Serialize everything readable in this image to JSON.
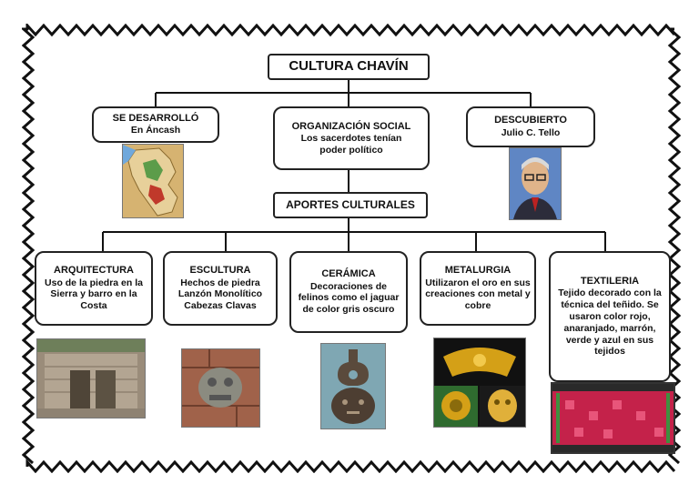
{
  "title": "CULTURA CHAVÍN",
  "top_boxes": [
    {
      "key": "desarrollo",
      "title": "SE DESARROLLÓ",
      "body": "En Áncash",
      "image": "peru-map"
    },
    {
      "key": "organizacion",
      "title": "ORGANIZACIÓN SOCIAL",
      "body": "Los sacerdotes tenían poder político"
    },
    {
      "key": "descubierto",
      "title": "DESCUBIERTO",
      "body": "Julio C. Tello",
      "image": "julio-tello-portrait"
    }
  ],
  "aportes": {
    "label": "APORTES CULTURALES"
  },
  "bottom_boxes": [
    {
      "key": "arquitectura",
      "title": "ARQUITECTURA",
      "body": "Uso de la piedra en la Sierra y barro en la Costa",
      "image": "stone-temple-gate"
    },
    {
      "key": "escultura",
      "title": "ESCULTURA",
      "body": "Hechos de piedra Lanzón Monolítico Cabezas Clavas",
      "image": "cabeza-clava"
    },
    {
      "key": "ceramica",
      "title": "CERÁMICA",
      "body": "Decoraciones de felinos como el jaguar de color gris oscuro",
      "image": "stirrup-vessel"
    },
    {
      "key": "metalurgia",
      "title": "METALURGIA",
      "body": "Utilizaron el oro en sus creaciones con metal y cobre",
      "image": "gold-ornaments"
    },
    {
      "key": "textileria",
      "title": "TEXTILERIA",
      "body": "Tejido decorado con la técnica del teñido. Se usaron color rojo, anaranjado, marrón, verde y azul en sus tejidos",
      "image": "red-textile"
    }
  ]
}
